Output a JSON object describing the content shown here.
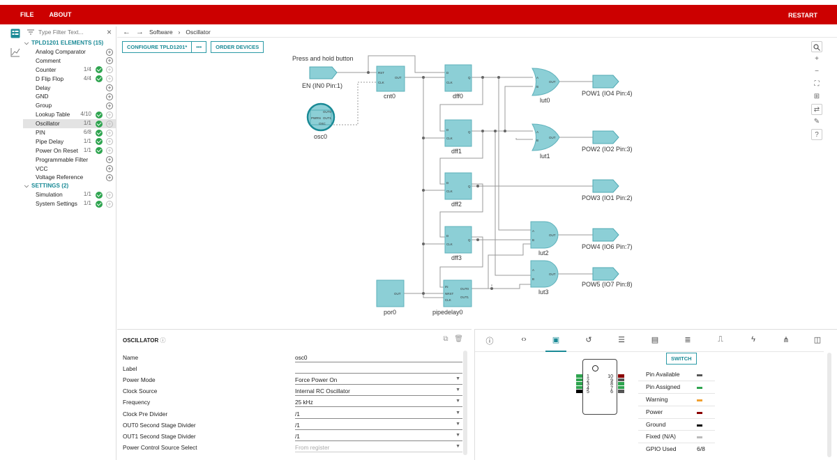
{
  "topbar": {
    "file": "FILE",
    "about": "ABOUT",
    "restart": "RESTART"
  },
  "filter": {
    "placeholder": "Type Filter Text..."
  },
  "tree": {
    "elements_group": "TPLD1201 ELEMENTS (15)",
    "elements": [
      {
        "label": "Analog Comparator",
        "count": "",
        "check": false
      },
      {
        "label": "Comment",
        "count": "",
        "check": false
      },
      {
        "label": "Counter",
        "count": "1/4",
        "check": true
      },
      {
        "label": "D Flip Flop",
        "count": "4/4",
        "check": true
      },
      {
        "label": "Delay",
        "count": "",
        "check": false
      },
      {
        "label": "GND",
        "count": "",
        "check": false
      },
      {
        "label": "Group",
        "count": "",
        "check": false
      },
      {
        "label": "Lookup Table",
        "count": "4/10",
        "check": true
      },
      {
        "label": "Oscillator",
        "count": "1/1",
        "check": true,
        "selected": true
      },
      {
        "label": "PIN",
        "count": "6/8",
        "check": true
      },
      {
        "label": "Pipe Delay",
        "count": "1/1",
        "check": true
      },
      {
        "label": "Power On Reset",
        "count": "1/1",
        "check": true
      },
      {
        "label": "Programmable Filter",
        "count": "",
        "check": false
      },
      {
        "label": "VCC",
        "count": "",
        "check": false
      },
      {
        "label": "Voltage Reference",
        "count": "",
        "check": false
      }
    ],
    "settings_group": "SETTINGS (2)",
    "settings": [
      {
        "label": "Simulation",
        "count": "1/1",
        "check": true
      },
      {
        "label": "System Settings",
        "count": "1/1",
        "check": true
      }
    ]
  },
  "breadcrumb": {
    "part1": "Software",
    "sep": "›",
    "part2": "Oscillator"
  },
  "toolbar": {
    "configure": "CONFIGURE TPLD1201*",
    "more": "•••",
    "order": "ORDER DEVICES"
  },
  "schematic": {
    "press_hold": "Press and hold button",
    "en_label": "EN (IN0 Pin:1)",
    "osc_name": "osc0",
    "cnt_name": "cnt0",
    "dff0": "dff0",
    "dff1": "dff1",
    "dff2": "dff2",
    "dff3": "dff3",
    "lut0": "lut0",
    "lut1": "lut1",
    "lut2": "lut2",
    "lut3": "lut3",
    "por": "por0",
    "pipedelay": "pipedelay0",
    "pow1": "POW1 (IO4 Pin:4)",
    "pow2": "POW2 (IO2 Pin:3)",
    "pow3": "POW3 (IO1 Pin:2)",
    "pow4": "POW4 (IO6 Pin:7)",
    "pow5": "POW5 (IO7 Pin:8)",
    "pins": {
      "rst": "RST",
      "clk": "CLK",
      "out": "OUT",
      "d": "D",
      "q": "Q",
      "a": "A",
      "b": "B",
      "in": "IN",
      "nrst": "NRST",
      "out0": "OUT0",
      "out1": "OUT1",
      "pwrn": "PWRN",
      "osc": "OSC"
    }
  },
  "properties": {
    "title": "OSCILLATOR",
    "rows": [
      {
        "label": "Name",
        "value": "osc0",
        "select": false
      },
      {
        "label": "Label",
        "value": "",
        "select": false
      },
      {
        "label": "Power Mode",
        "value": "Force Power On",
        "select": true
      },
      {
        "label": "Clock Source",
        "value": "Internal RC Oscillator",
        "select": true
      },
      {
        "label": "Frequency",
        "value": "25 kHz",
        "select": true
      },
      {
        "label": "Clock Pre Divider",
        "value": "/1",
        "select": true
      },
      {
        "label": "OUT0 Second Stage Divider",
        "value": "/1",
        "select": true
      },
      {
        "label": "OUT1 Second Stage Divider",
        "value": "/1",
        "select": true
      },
      {
        "label": "Power Control Source Select",
        "value": "From register",
        "select": true,
        "dim": true
      }
    ]
  },
  "pinout": {
    "switch": "SWITCH",
    "left_pins": [
      "1",
      "2",
      "3",
      "4",
      "5"
    ],
    "right_pins": [
      "10",
      "9",
      "8",
      "7",
      "6"
    ],
    "legend": [
      {
        "label": "Pin Available",
        "color": "#555555"
      },
      {
        "label": "Pin Assigned",
        "color": "#2ea44f"
      },
      {
        "label": "Warning",
        "color": "#f0a030"
      },
      {
        "label": "Power",
        "color": "#8b0000"
      },
      {
        "label": "Ground",
        "color": "#000000"
      },
      {
        "label": "Fixed (N/A)",
        "color": "#bbbbbb"
      }
    ],
    "gpio_label": "GPIO Used",
    "gpio_value": "6/8"
  },
  "colors": {
    "accent": "#1a8a96",
    "topbar": "#cc0000",
    "block": "#8ccfd6"
  }
}
